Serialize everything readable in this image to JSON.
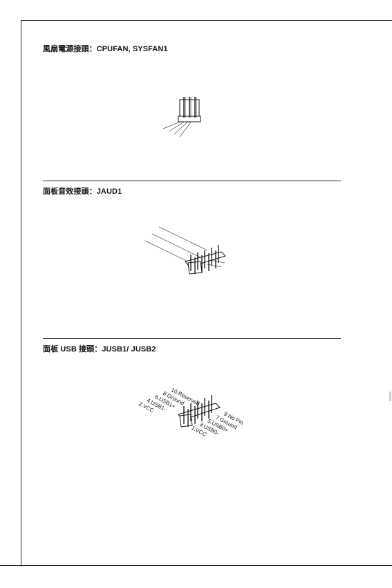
{
  "sections": {
    "fan": {
      "heading": "風扇電源接頭：CPUFAN, SYSFAN1"
    },
    "audio": {
      "heading": "面板音效接頭：JAUD1"
    },
    "usb": {
      "heading": "面板 USB 接頭：JUSB1/ JUSB2",
      "left_pins": [
        "10.Reserved",
        "8.Ground",
        "6.USB1+",
        "4.USB1-",
        "2.VCC"
      ],
      "right_pins": [
        "9.No Pin",
        "7.Ground",
        "5.USB0+",
        "3.USB0-",
        "1.VCC"
      ]
    }
  }
}
